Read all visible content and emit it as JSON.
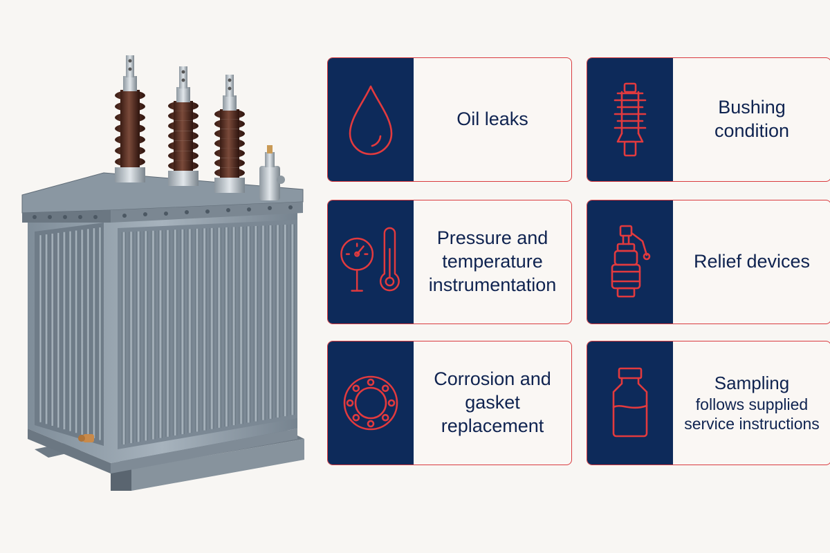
{
  "cards": [
    {
      "id": "oil-leaks",
      "icon": "oil-drop-icon",
      "lines": [
        "Oil leaks"
      ]
    },
    {
      "id": "bushing-condition",
      "icon": "bushing-icon",
      "lines": [
        "Bushing",
        "condition"
      ]
    },
    {
      "id": "pressure-temperature",
      "icon": "gauge-thermometer-icon",
      "lines": [
        "Pressure and",
        "temperature",
        "instrumentation"
      ]
    },
    {
      "id": "relief-devices",
      "icon": "relief-valve-icon",
      "lines": [
        "Relief devices"
      ]
    },
    {
      "id": "corrosion-gasket",
      "icon": "flange-gasket-icon",
      "lines": [
        "Corrosion and",
        "gasket",
        "replacement"
      ]
    },
    {
      "id": "sampling",
      "icon": "sample-bottle-icon",
      "lines": [
        "Sampling",
        "follows supplied",
        "service instructions"
      ]
    }
  ],
  "colors": {
    "navy": "#0d2a5a",
    "accent_red": "#e23a3e",
    "text": "#0f2350",
    "background": "#f8f6f3"
  }
}
